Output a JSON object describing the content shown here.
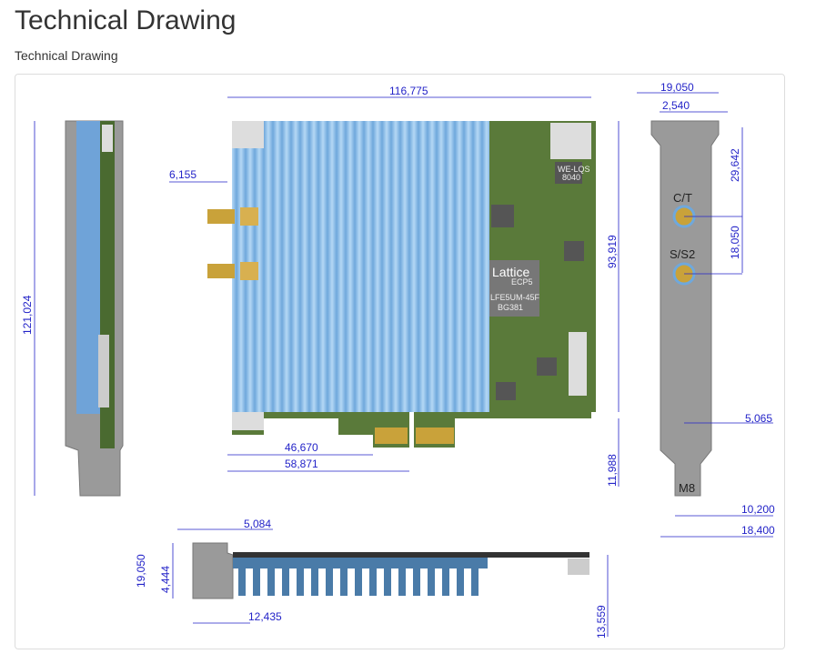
{
  "page": {
    "title": "Technical Drawing",
    "subtitle": "Technical Drawing"
  },
  "drawing": {
    "dimensions": {
      "width_top": "116,775",
      "connector_offset": "6,155",
      "height_left": "121,024",
      "height_right": "93,919",
      "edge_a": "46,670",
      "edge_b": "58,871",
      "edge_height": "11,988",
      "bracket_width": "19,050",
      "bracket_lip": "2,540",
      "top_to_ct": "29,642",
      "ct_to_s": "18,050",
      "screw_offset": "5,065",
      "tab_width": "10,200",
      "bracket_base": "18,400",
      "bottom_5084": "5,084",
      "bottom_19050": "19,050",
      "bottom_4444": "4,444",
      "bottom_12435": "12,435",
      "bottom_13559": "13,559"
    },
    "labels": {
      "ct": "C/T",
      "s2": "S/S2",
      "m8": "M8",
      "lattice": "Lattice",
      "ecp5": "ECP5",
      "fpga": "LFE5UM-45F",
      "pkg": "BG381",
      "inductor": "WE-LQS",
      "inductor_size": "8040"
    },
    "colors": {
      "dimension": "#2323c8",
      "heatsink": "#8fc3ec",
      "pcb": "#5a7a3a",
      "bracket": "#9a9a9a"
    }
  }
}
